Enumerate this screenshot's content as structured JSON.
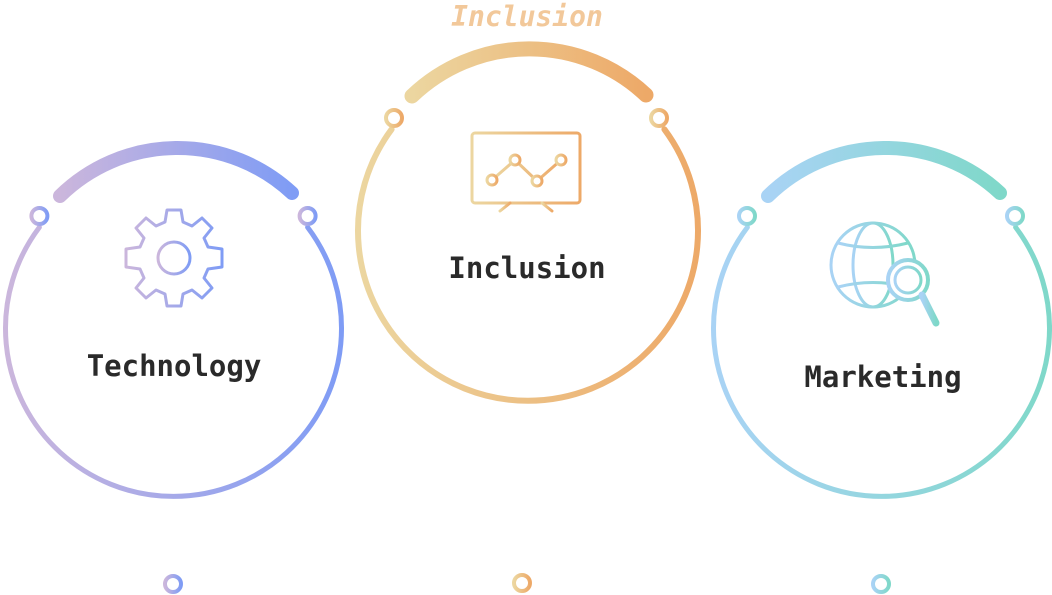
{
  "caption": {
    "text": "Inclusion",
    "color": "#f2c89a"
  },
  "nodes": [
    {
      "label": "Technology",
      "icon": "gear-icon",
      "color_start": "#cbb6dc",
      "color_end": "#7f9cf5"
    },
    {
      "label": "Inclusion",
      "icon": "monitor-chart-icon",
      "color_start": "#ecd6a0",
      "color_end": "#eda968"
    },
    {
      "label": "Marketing",
      "icon": "globe-search-icon",
      "color_start": "#a9d3f5",
      "color_end": "#7fd8c9"
    }
  ]
}
